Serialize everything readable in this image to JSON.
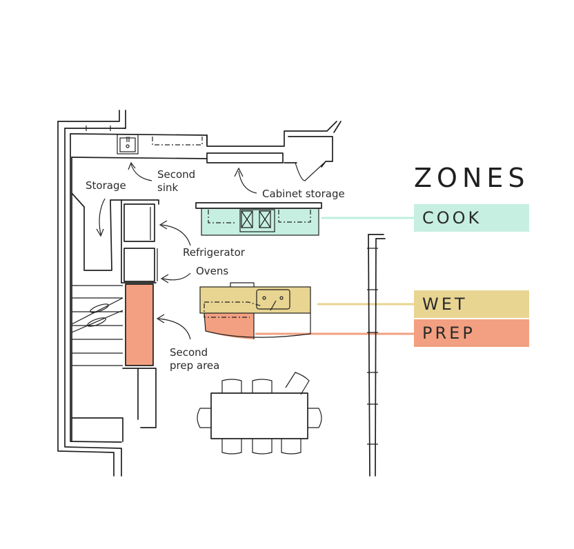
{
  "legend": {
    "title": "ZONES",
    "zones": [
      {
        "label": "COOK",
        "color": "#c6efe2",
        "line_color": "#bfeee0"
      },
      {
        "label": "WET",
        "color": "#e8d592",
        "line_color": "#e8d592"
      },
      {
        "label": "PREP",
        "color": "#f2a081",
        "line_color": "#f2a081"
      }
    ]
  },
  "annotations": {
    "second_sink": "Second\nsink",
    "storage": "Storage",
    "cabinet_storage": "Cabinet storage",
    "refrigerator": "Refrigerator",
    "ovens": "Ovens",
    "second_prep_area": "Second\nprep area"
  }
}
